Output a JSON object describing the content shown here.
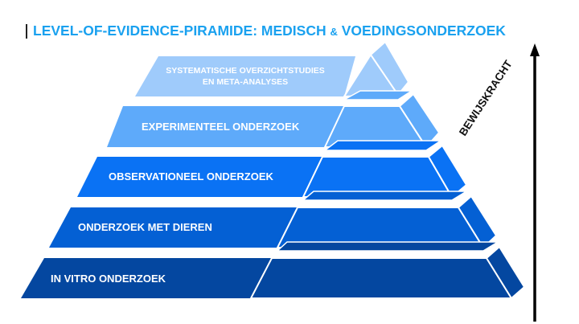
{
  "title": {
    "part1": "LEVEL-OF-EVIDENCE-PIRAMIDE: MEDISCH ",
    "amp": "&",
    "part2": " VOEDINGSONDERZOEK",
    "color": "#1aa1ef"
  },
  "axis": {
    "label": "BEWIJSKRACHT",
    "direction": "up"
  },
  "levels": [
    {
      "rank": 1,
      "line1": "SYSTEMATISCHE OVERZICHTSTUDIES",
      "line2": "EN META-ANALYSES",
      "color": "#9fcbfb"
    },
    {
      "rank": 2,
      "line1": "EXPERIMENTEEL ONDERZOEK",
      "color": "#5eaafa"
    },
    {
      "rank": 3,
      "line1": "OBSERVATIONEEL ONDERZOEK",
      "color": "#0a72f4"
    },
    {
      "rank": 4,
      "line1": "ONDERZOEK MET DIEREN",
      "color": "#0460d4"
    },
    {
      "rank": 5,
      "line1": "IN VITRO ONDERZOEK",
      "color": "#0447a0"
    }
  ]
}
